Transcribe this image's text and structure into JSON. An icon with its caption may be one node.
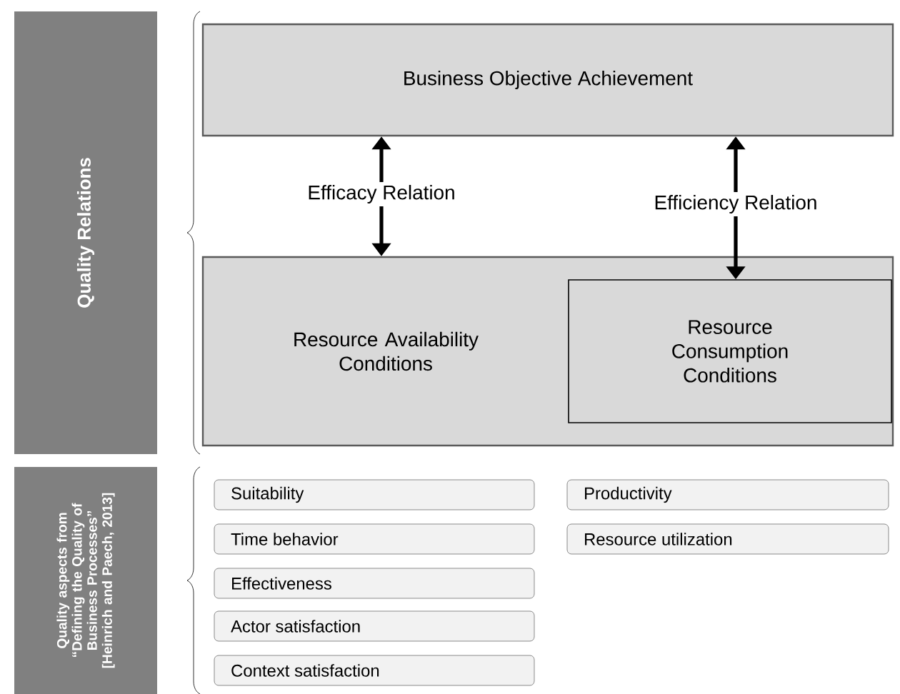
{
  "diagram": {
    "nodes": [
      {
        "text": [
          "Quality Relations"
        ]
      },
      {
        "text": [
          "Business Objective Achievement"
        ]
      },
      {
        "text": [
          "Resource Availability Conditions"
        ]
      },
      {
        "text": [
          "Resource Consumption Conditions"
        ],
        "in": 2
      },
      {
        "text": [
          "Quality aspects from “Defining the Quality of Business Processes” [Heinrich and Paech, 2013]"
        ]
      },
      {
        "text": [
          "Suitability"
        ]
      },
      {
        "text": [
          "Productivity"
        ]
      },
      {
        "text": [
          "Time behavior"
        ]
      },
      {
        "text": [
          "Resource utilization"
        ]
      },
      {
        "text": [
          "Effectiveness"
        ]
      },
      {
        "text": [
          "Actor satisfaction"
        ]
      },
      {
        "text": [
          "Context satisfaction"
        ]
      }
    ],
    "edges": [
      {
        "from": 2,
        "to": 1,
        "arrow": "both",
        "label": "Efficacy Relation"
      },
      {
        "from": 3,
        "to": 1,
        "arrow": "both",
        "label": "Efficiency Relation"
      }
    ]
  }
}
